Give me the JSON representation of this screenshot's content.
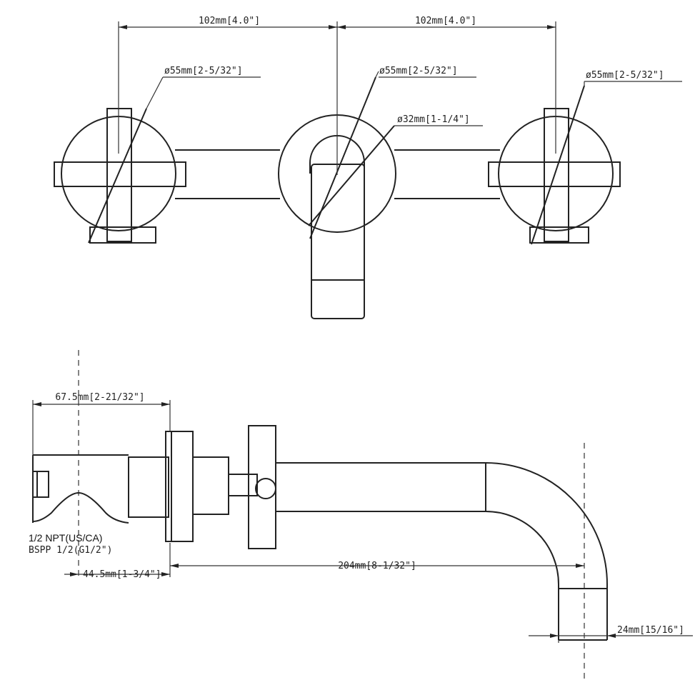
{
  "top_view": {
    "spacing_left": "102mm[4.0\"]",
    "spacing_right": "102mm[4.0\"]",
    "left_handle_diameter": "ø55mm[2-5/32\"]",
    "center_escutcheon_diameter": "ø55mm[2-5/32\"]",
    "right_handle_diameter": "ø55mm[2-5/32\"]",
    "spout_diameter": "ø32mm[1-1/4\"]"
  },
  "side_view": {
    "body_depth": "67.5mm[2-21/32\"]",
    "spout_reach": "204mm[8-1/32\"]",
    "wall_offset": "44.5mm[1-3/4\"]",
    "spout_outlet": "24mm[15/16\"]",
    "thread_npt": "1/2 NPT(US/CA)",
    "thread_bspp": "BSPP 1/2(G1/2\")"
  }
}
